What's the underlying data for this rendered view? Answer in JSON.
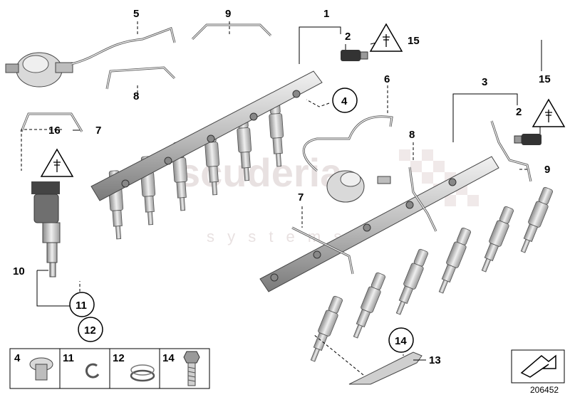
{
  "callouts": {
    "c1": "1",
    "c2a": "2",
    "c2b": "2",
    "c3": "3",
    "c4": "4",
    "c5": "5",
    "c6": "6",
    "c7a": "7",
    "c7b": "7",
    "c8a": "8",
    "c8b": "8",
    "c9a": "9",
    "c9b": "9",
    "c10": "10",
    "c11": "11",
    "c12": "12",
    "c13": "13",
    "c14": "14",
    "c15a": "15",
    "c15b": "15",
    "c16": "16"
  },
  "legend": {
    "p4": "4",
    "p11": "11",
    "p12": "12",
    "p14": "14"
  },
  "watermark": {
    "line1": "scuderia",
    "line2": "s y s t e m s"
  },
  "diagram_id": "206452",
  "colors": {
    "line": "#000000",
    "part_fill": "#d9d9d9",
    "part_dark": "#6f6f6f",
    "watermark": "#d7c9c9"
  },
  "icons": [
    "warning-triangle-icon",
    "plug-icon",
    "direction-arrow-icon"
  ]
}
